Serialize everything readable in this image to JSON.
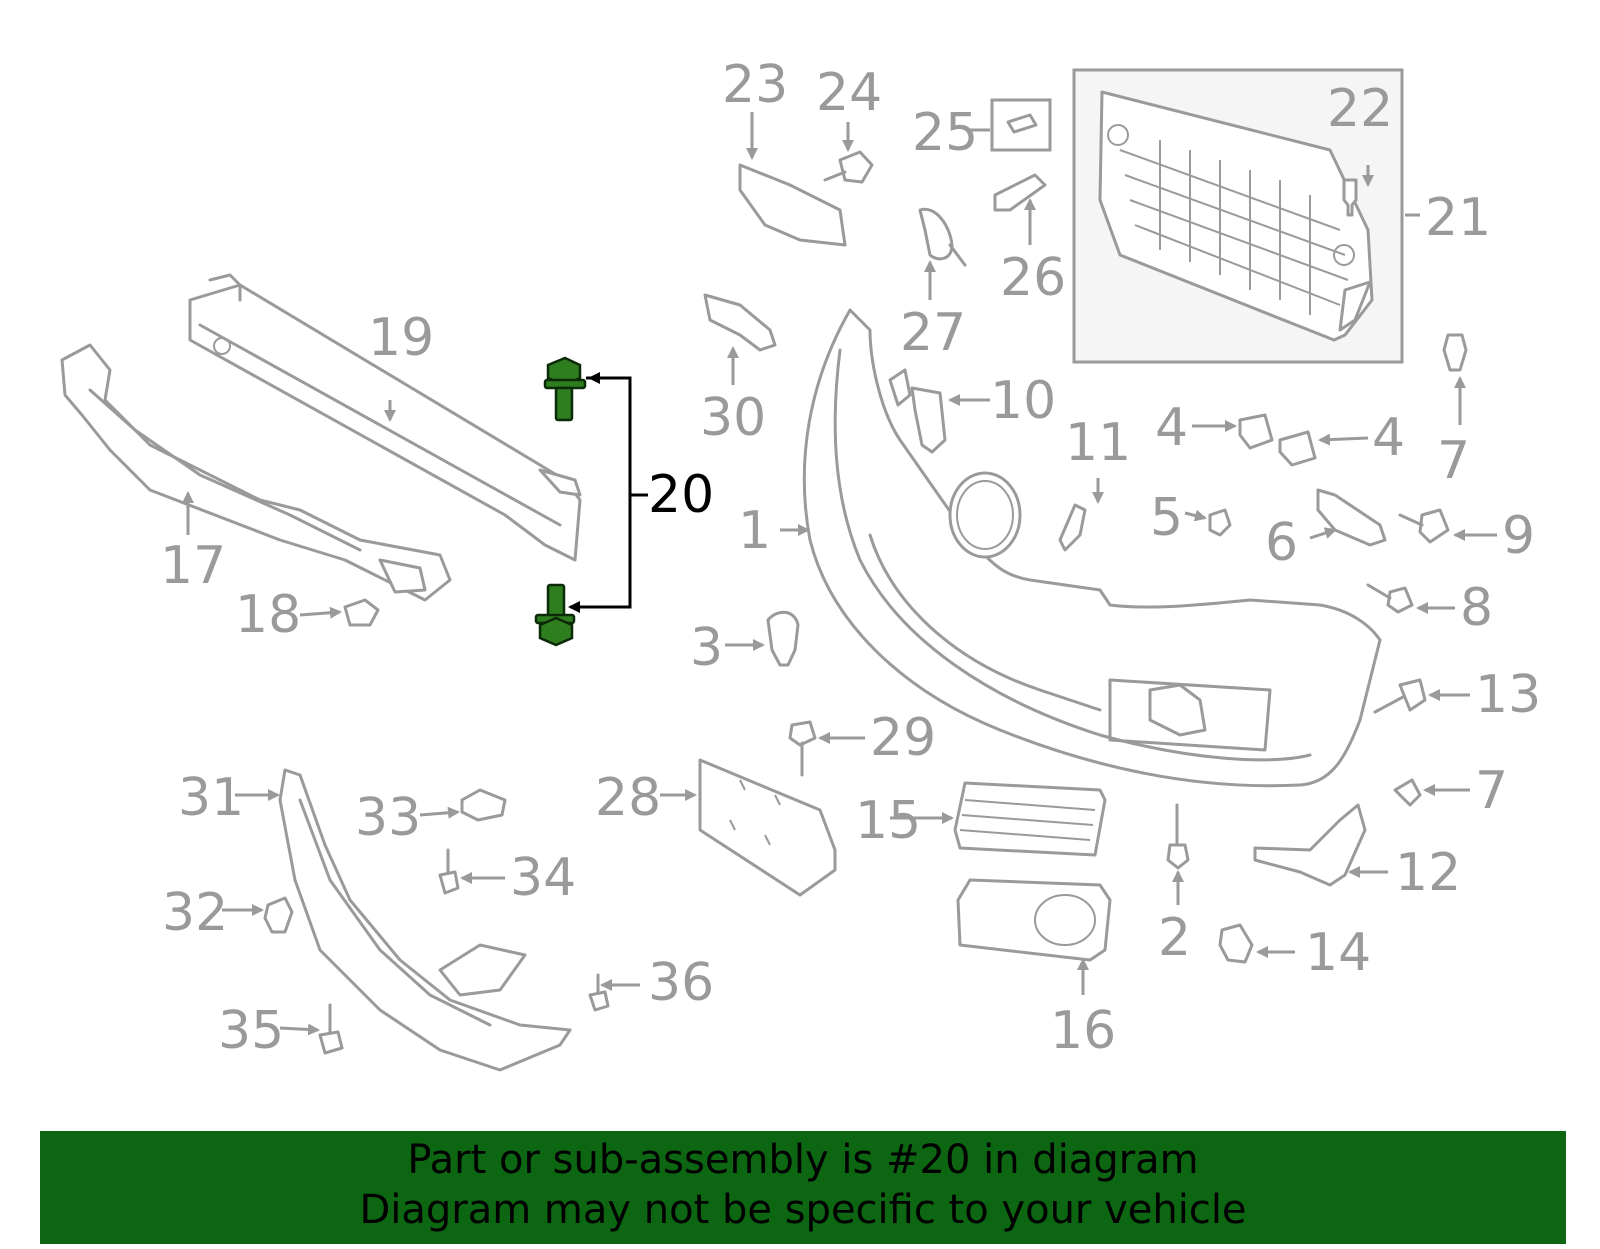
{
  "diagram": {
    "highlighted_part": "20",
    "callouts": [
      "1",
      "2",
      "3",
      "4",
      "4",
      "5",
      "6",
      "7",
      "7",
      "8",
      "9",
      "10",
      "11",
      "12",
      "13",
      "14",
      "15",
      "16",
      "17",
      "18",
      "19",
      "20",
      "21",
      "22",
      "23",
      "24",
      "25",
      "26",
      "27",
      "28",
      "29",
      "30",
      "31",
      "32",
      "33",
      "34",
      "35",
      "36"
    ]
  },
  "footer": {
    "line1": "Part or sub-assembly is #20 in diagram",
    "line2": "Diagram may not be specific to your vehicle"
  },
  "colors": {
    "banner": "#0d6612",
    "highlight": "#2e7d1e",
    "part_stroke": "#9a9a9a"
  }
}
